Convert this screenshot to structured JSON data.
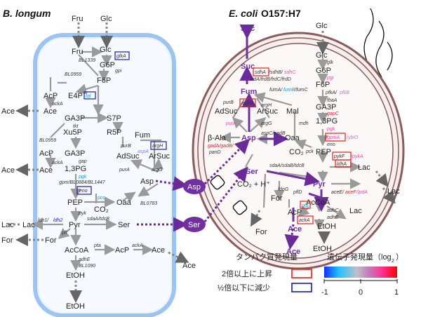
{
  "titles": {
    "left": "B. longum",
    "right_italic": "E. coli",
    "right_strain": " O157:H7"
  },
  "left": {
    "fru_top": "Fru",
    "glc_top": "Glc",
    "fru": "Fru",
    "glc": "Glc",
    "bl1339": "BL1339",
    "glkA": "glkA",
    "g6p": "G6P",
    "gpi": "gpi",
    "bl0959a": "BL0959",
    "f6p": "F6P",
    "acp1": "AcP",
    "e4p": "E4P",
    "tal": "tal",
    "ackA1": "ackA",
    "ace1": "Ace",
    "ace1b": "Ace",
    "ga3p": "GA3P",
    "tkt1": "tkt",
    "xu5p": "Xu5P",
    "s7p": "S7P",
    "r5p": "R5P",
    "bl0959b": "BL0959",
    "acp2": "AcP",
    "ackA2": "ackA",
    "ace2": "Ace",
    "ace2b": "Ace",
    "ga3p2": "GA3P",
    "gap": "gap",
    "pg13": "1,3PG",
    "pgk": "pgk",
    "gpm": "gpm/BL0884/BL1447",
    "eno": "eno",
    "pep": "PEP",
    "pcc": "pcc",
    "co2": "CO₂",
    "oaa": "Oaa",
    "bl0783": "BL0783",
    "pyk": "pyk",
    "fum": "Fum",
    "purB": "purB",
    "aspA": "aspA",
    "argH": "argH",
    "adsuc": "AdSuc",
    "arsuc": "ArSuc",
    "purA": "purA",
    "argG": "argG",
    "asp": "Asp",
    "lac": "Lac",
    "lac_out": "Lac",
    "ldh1": "ldh1/",
    "ldh2": "ldh2",
    "pyr": "Pyr",
    "sdaA": "sdaA/tdcB",
    "ser": "Ser",
    "pfl": "pfl",
    "for": "For",
    "for_out": "For",
    "pta": "pta",
    "ackA3": "ackA",
    "accoa": "AcCoA",
    "acp3": "AcP",
    "ace3": "Ace",
    "ace_out": "Ace",
    "adhE": "adhE",
    "bl1090": "BL1090",
    "etoh": "EtOH",
    "etoh_out": "EtOH"
  },
  "transport": {
    "asp": "Asp",
    "ser": "Ser"
  },
  "right": {
    "glc_top": "Glc",
    "glc": "Glc",
    "glk": "glk",
    "g6p": "G6P",
    "pgi": "pgi",
    "f6p": "F6P",
    "pfkA": "pfkA/",
    "pfkB": "pfkB",
    "fbaA": "fbaA",
    "ga3p": "GA3P",
    "gapC": "gapC",
    "pg13": "1,3PG",
    "pgk": "pgk",
    "gpmA": "gpmA",
    "ybiO": "/ybiO",
    "eno": "eno",
    "pep": "PEP",
    "pck": "pck",
    "pykF": "pykF",
    "pykA": "/pykA",
    "lhdA": "ldhA",
    "lac": "Lac",
    "lac_out": "Lac",
    "suc_out": "Suc",
    "suc": "Suc",
    "sdhA": "sdhA",
    "sdhB": "/sdhB/",
    "sdhC": "sdhC",
    "frd": "frdA/frdB/frdC/frdD",
    "fum": "Fum",
    "fumA": "fumA/",
    "fumB": "fumB",
    "fumC": "/fumC",
    "aspA": "aspA",
    "purB": "purB",
    "argH": "argH",
    "adsuc": "AdSuc",
    "arsuc": "ArSuc",
    "mal": "Mal",
    "purA": "purA",
    "argG": "argG",
    "mdh": "mdh",
    "bala": "β-Ala",
    "asp": "Asp",
    "aspC": "aspC/nadB",
    "oaa": "Oaa",
    "gadA": "gadA/gadB/",
    "panD": "panD",
    "co2a": "CO₂",
    "ser": "Ser",
    "sdaA": "sdaA/sdaB/tdcB",
    "pyr": "Pyr",
    "co2h": "CO₂ + H⁺",
    "fdhF": "fdnG",
    "for": "For",
    "for_out": "For",
    "pflD": "pflD",
    "acee": "aceE/",
    "acef": "aceF",
    "lpdA": "/lpdA",
    "accoa": "AcCoA",
    "pta": "pta",
    "acp": "AcP",
    "ackA": "ackA",
    "ace": "Ace",
    "ace_out": "Ace",
    "adhC": "adhC",
    "adhE": "adhE",
    "etoh": "EtOH",
    "etoh_out": "EtOH"
  },
  "legend": {
    "protein_title": "タンパク質発現量",
    "up_label": "2倍以上に上昇",
    "down_label": "½倍以下に減少",
    "gene_title": "遺伝子発現量（log",
    "gene_sub": "2",
    "gene_close": "）",
    "tick_min": "-1",
    "tick_mid": "0",
    "tick_max": "1"
  },
  "colors": {
    "up": "#e02020",
    "down": "#1a1aa0",
    "pathway_purple": "#7030a0",
    "cell_blue": "#9cc4f0",
    "membrane": "#8b5a5a"
  }
}
